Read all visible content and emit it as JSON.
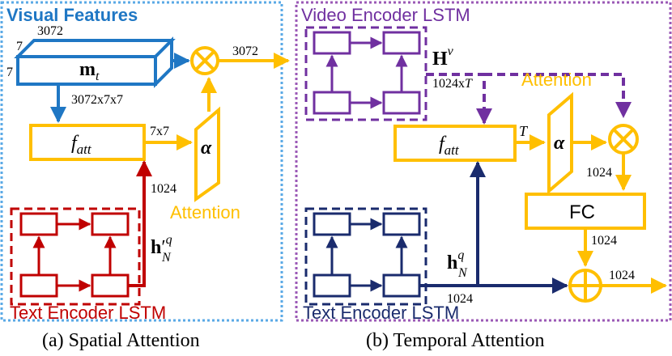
{
  "colors": {
    "blue": "#1f77c4",
    "orange": "#ffbf00",
    "red": "#c00000",
    "purple": "#7030a0",
    "navy": "#1a2b6d",
    "frame_left": "#5aa9e6",
    "frame_right": "#9b59b6",
    "black": "#000000"
  },
  "left_panel": {
    "section_title": "Visual Features",
    "cube_dims": {
      "width": "3072",
      "depth": "7",
      "height": "7"
    },
    "cube_label_main": "m",
    "cube_label_sub": "t",
    "label_3072x7x7": "3072x7x7",
    "label_3072_out": "3072",
    "fatt_main": "f",
    "fatt_sub": "att",
    "label_7x7": "7x7",
    "alpha": "α",
    "attention_label": "Attention",
    "label_1024": "1024",
    "h_main": "h",
    "h_prime": "′",
    "h_sup": "q",
    "h_sub": "N",
    "encoder_label": "Text Encoder LSTM",
    "caption": "(a) Spatial Attention"
  },
  "right_panel": {
    "encoder_top_label": "Video Encoder LSTM",
    "hv_main": "H",
    "hv_sup": "v",
    "label_1024xT_prefix": "1024x",
    "label_1024xT_suffix": "T",
    "attention_label": "Attention",
    "fatt_main": "f",
    "fatt_sub": "att",
    "label_T": "T",
    "alpha": "α",
    "label_1024_mult": "1024",
    "fc_label": "FC",
    "label_1024_fc": "1024",
    "hq_main": "h",
    "hq_sup": "q",
    "hq_sub": "N",
    "label_1024_hq": "1024",
    "label_1024_out": "1024",
    "encoder_bottom_label": "Text Encoder LSTM",
    "caption": "(b) Temporal Attention"
  }
}
